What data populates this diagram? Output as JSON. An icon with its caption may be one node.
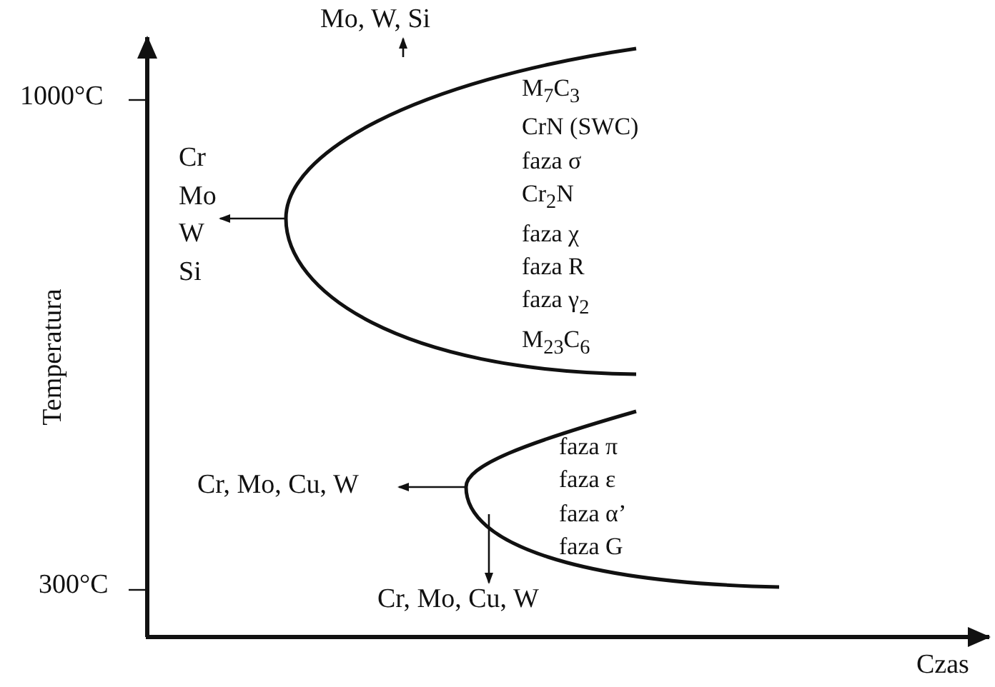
{
  "diagram": {
    "nodes": [
      {
        "text": [
          "Mo, W, Si"
        ]
      },
      {
        "text": [
          "M$_{7}$C$_{3}$",
          "CrN (SWC)",
          "faza σ",
          "Cr$_{2}$N",
          "faza χ",
          "faza R",
          "faza γ$_{2}$",
          "M$_{23}$C$_{6}$"
        ]
      },
      {
        "text": [
          "Cr Mo W Si"
        ]
      },
      {
        "text": [
          "faza π",
          "faza ε",
          "faza α’",
          "faza G"
        ]
      },
      {
        "text": [
          "Cr, Mo, Cu, W"
        ]
      },
      {
        "text": [
          "Cr, Mo, Cu, W"
        ]
      }
    ],
    "edges": [
      {
        "from": 1,
        "to": 0,
        "arrow": "to"
      },
      {
        "from": 1,
        "to": 2,
        "arrow": "to"
      },
      {
        "from": 3,
        "to": 4,
        "arrow": "to"
      },
      {
        "from": 3,
        "to": 5,
        "arrow": "to"
      }
    ],
    "labels": [
      "1000°C",
      "Temperatura",
      "300°C",
      "Czas"
    ]
  }
}
